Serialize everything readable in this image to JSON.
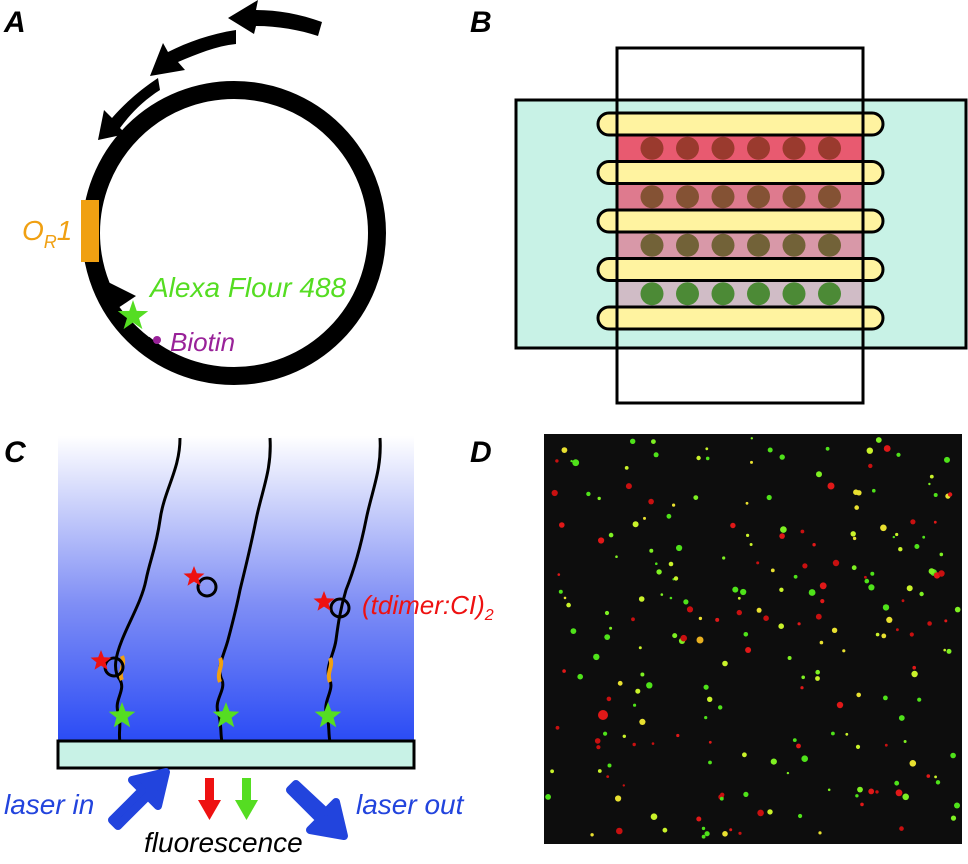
{
  "panels": {
    "a": {
      "letter": "A",
      "operator_main": "O",
      "operator_sub": "R",
      "operator_num": "1",
      "dye_label": "Alexa Flour 488",
      "biotin_label": "Biotin"
    },
    "b": {
      "letter": "B"
    },
    "c": {
      "letter": "C",
      "complex_main": "(tdimer:CI)",
      "complex_sub": "2",
      "laser_in": "laser in",
      "fluorescence": "fluorescence",
      "laser_out": "laser out"
    },
    "d": {
      "letter": "D"
    }
  },
  "colors": {
    "dna": "#000000",
    "operator": "#f0a012",
    "dye_star": "#55dd22",
    "biotin": "#992299",
    "tdimer_star": "#ee1111",
    "laser": "#2244dd",
    "slide": "#c8f2e6",
    "channel": "#fff3a0",
    "microscopy_bg": "#0d0d0d"
  },
  "channel_bands": [
    "#e85a70",
    "#de7a8e",
    "#d898a8",
    "#d0bcc6"
  ],
  "well_colors": [
    "#9a3a2e",
    "#845234",
    "#726238",
    "#4c8a36"
  ]
}
